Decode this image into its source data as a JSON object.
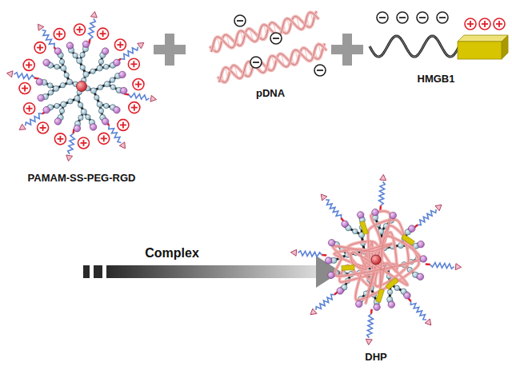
{
  "diagram": {
    "labels": [
      "PAMAM-SS-PEG-RGD",
      "pDNA",
      "HMGB1",
      "Complex",
      "DHP"
    ]
  }
}
